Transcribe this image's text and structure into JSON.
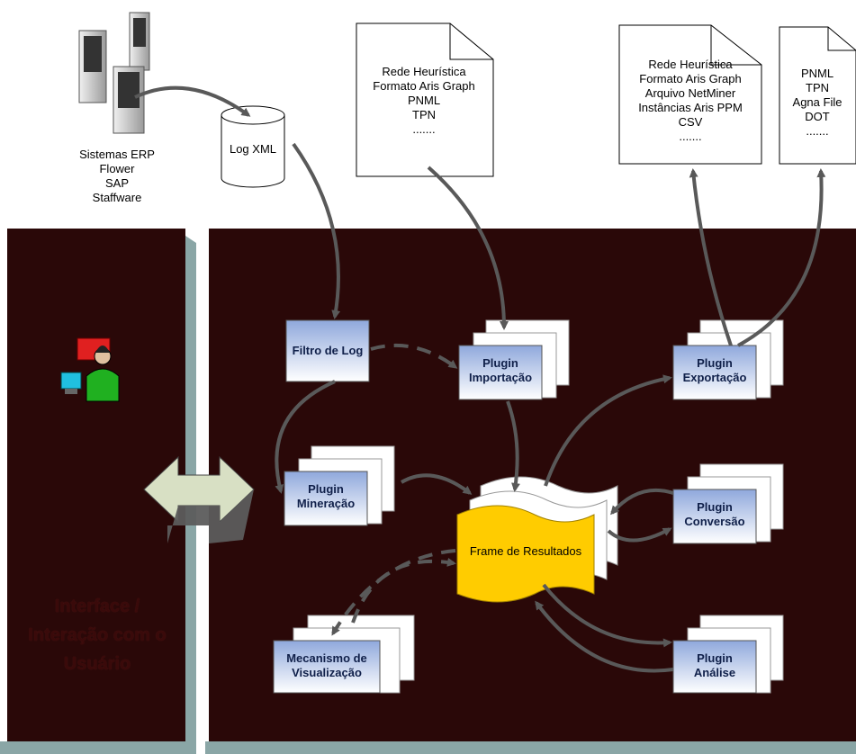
{
  "sources": {
    "systems": [
      "Sistemas ERP",
      "Flower",
      "SAP",
      "Staffware"
    ],
    "log": "Log XML"
  },
  "documents": {
    "import_formats": [
      "Rede Heurística",
      "Formato Aris Graph",
      "PNML",
      "TPN",
      "......."
    ],
    "export_formats": [
      "Rede Heurística",
      "Formato Aris Graph",
      "Arquivo NetMiner",
      "Instâncias Aris PPM",
      "CSV",
      "......."
    ],
    "conversion_formats": [
      "PNML",
      "TPN",
      "Agna File",
      "DOT",
      "......."
    ]
  },
  "user_interface": {
    "label_line1": "Interface /",
    "label_line2": "Interação com o",
    "label_line3": "Usuário"
  },
  "components": {
    "log_filter": [
      "Filtro de Log"
    ],
    "import_plugin": [
      "Plugin",
      "Importação"
    ],
    "export_plugin": [
      "Plugin",
      "Exportação"
    ],
    "mining_plugin": [
      "Plugin",
      "Mineração"
    ],
    "conversion_plugin": [
      "Plugin",
      "Conversão"
    ],
    "results_frame": "Frame de Resultados",
    "visualization": [
      "Mecanismo de",
      "Visualização"
    ],
    "analysis_plugin": [
      "Plugin",
      "Análise"
    ]
  },
  "colors": {
    "panel": "#2a0808",
    "panel_edge": "#8aa6a6",
    "box_gradient_top": "#8fa8dc",
    "box_gradient_bottom": "#ffffff",
    "results_frame": "#ffcc00",
    "arrow": "#595959"
  }
}
